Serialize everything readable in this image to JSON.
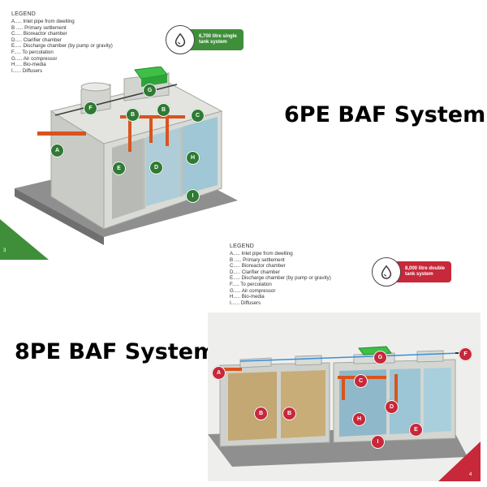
{
  "colors": {
    "green_accent": "#3f8f3a",
    "red_accent": "#c7283a",
    "pipe_orange": "#d9541e",
    "concrete": "#c9cbc6",
    "gravel": "#8f8f8f",
    "water_blue": "#9cc6d6"
  },
  "top": {
    "legend_title": "LEGEND",
    "legend_items": [
      "A..... Inlet pipe from dwelling",
      "B ..... Primary settlement",
      "C..... Bioreactor chamber",
      "D..... Clarifier chamber",
      "E..... Discharge chamber (by pump or gravity)",
      "F..... To percolation",
      "G..... Air compressor",
      "H..... Bio-media",
      "I...... Diffusers"
    ],
    "badge_line1": "6,700 litre single",
    "badge_line2": "tank system",
    "badge_icon": "water-drop-icon",
    "heading": "6PE BAF System",
    "page_number": "3",
    "markers": [
      "A",
      "B",
      "B",
      "C",
      "D",
      "E",
      "F",
      "G",
      "H",
      "I"
    ]
  },
  "bottom": {
    "legend_title": "LEGEND",
    "legend_items": [
      "A..... Inlet pipe from dwelling",
      "B ..... Primary settlement",
      "C..... Bioreactor chamber",
      "D..... Clarifier chamber",
      "E..... Discharge chamber (by pump or gravity)",
      "F..... To percolation",
      "G..... Air compressor",
      "H..... Bio-media",
      "I...... Diffusers"
    ],
    "badge_line1": "8,000 litre double",
    "badge_line2": "tank system",
    "badge_icon": "water-drop-icon",
    "heading": "8PE BAF System",
    "page_number": "4",
    "markers": [
      "A",
      "B",
      "B",
      "C",
      "D",
      "E",
      "F",
      "G",
      "H",
      "I"
    ]
  }
}
